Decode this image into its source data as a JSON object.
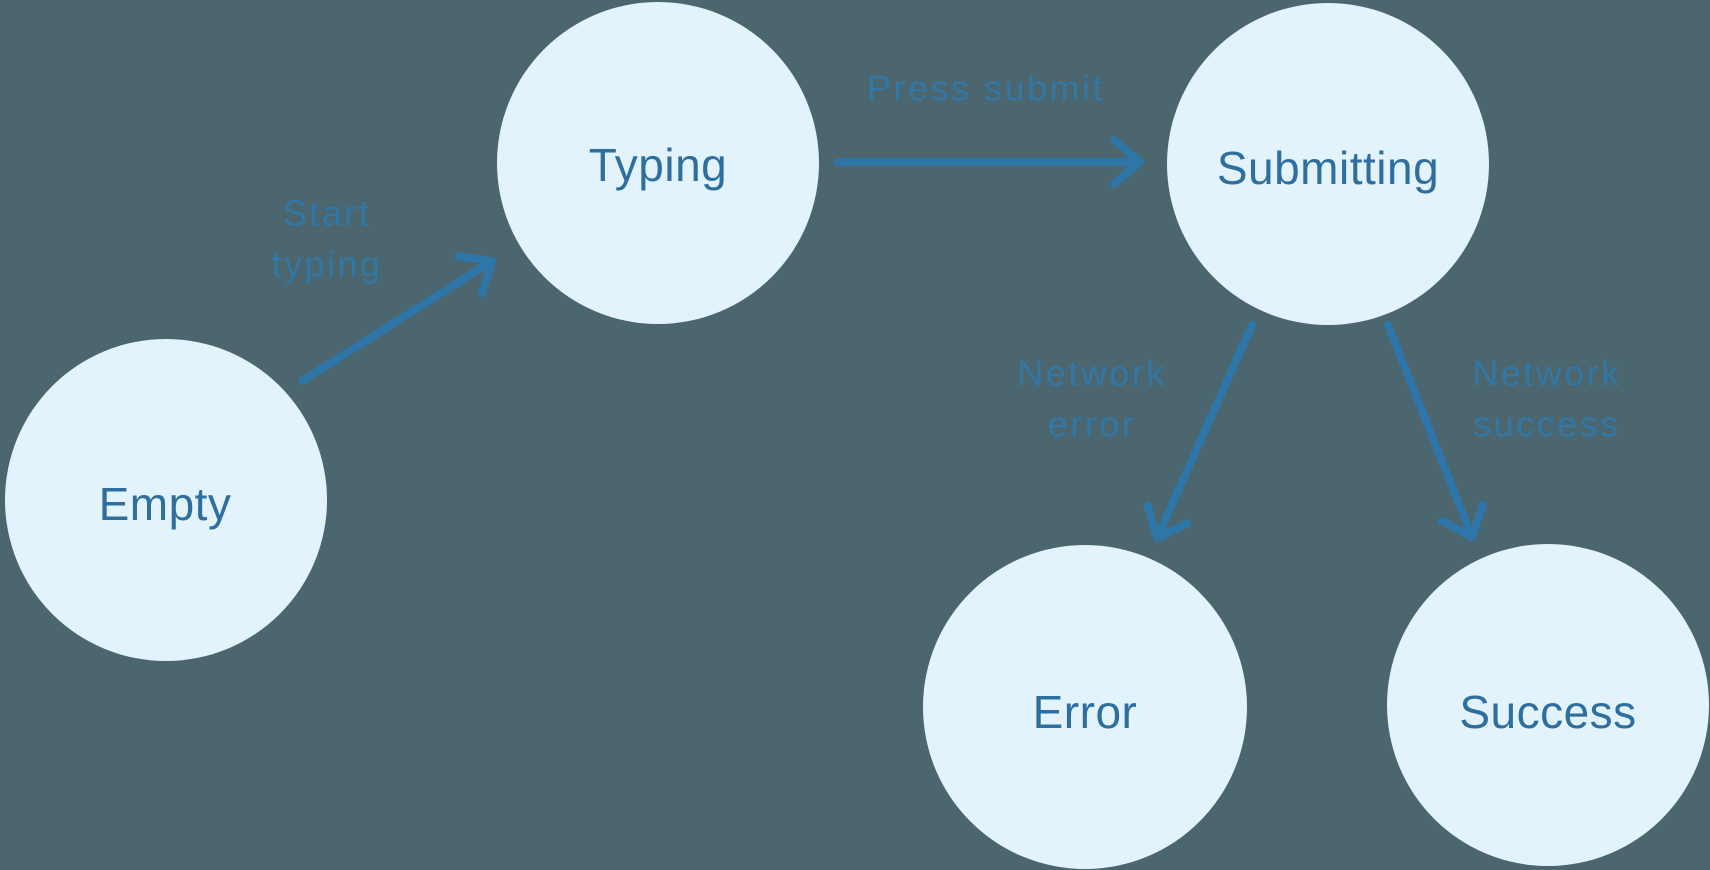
{
  "diagram_type": "state-machine",
  "colors": {
    "bg": "#4b666e",
    "node_fill": "#e2f3fc",
    "node_text": "#2e6f9f",
    "arrow": "#2d76a7",
    "edge_label": "#3377a4"
  },
  "nodes": [
    {
      "id": "empty",
      "label": "Empty"
    },
    {
      "id": "typing",
      "label": "Typing"
    },
    {
      "id": "submitting",
      "label": "Submitting"
    },
    {
      "id": "error",
      "label": "Error"
    },
    {
      "id": "success",
      "label": "Success"
    }
  ],
  "edges": [
    {
      "from": "empty",
      "to": "typing",
      "label": "Start typing",
      "label_lines": [
        "Start",
        "typing"
      ]
    },
    {
      "from": "typing",
      "to": "submitting",
      "label": "Press submit",
      "label_lines": [
        "Press submit"
      ]
    },
    {
      "from": "submitting",
      "to": "error",
      "label": "Network error",
      "label_lines": [
        "Network",
        "error"
      ]
    },
    {
      "from": "submitting",
      "to": "success",
      "label": "Network success",
      "label_lines": [
        "Network",
        "success"
      ]
    }
  ]
}
